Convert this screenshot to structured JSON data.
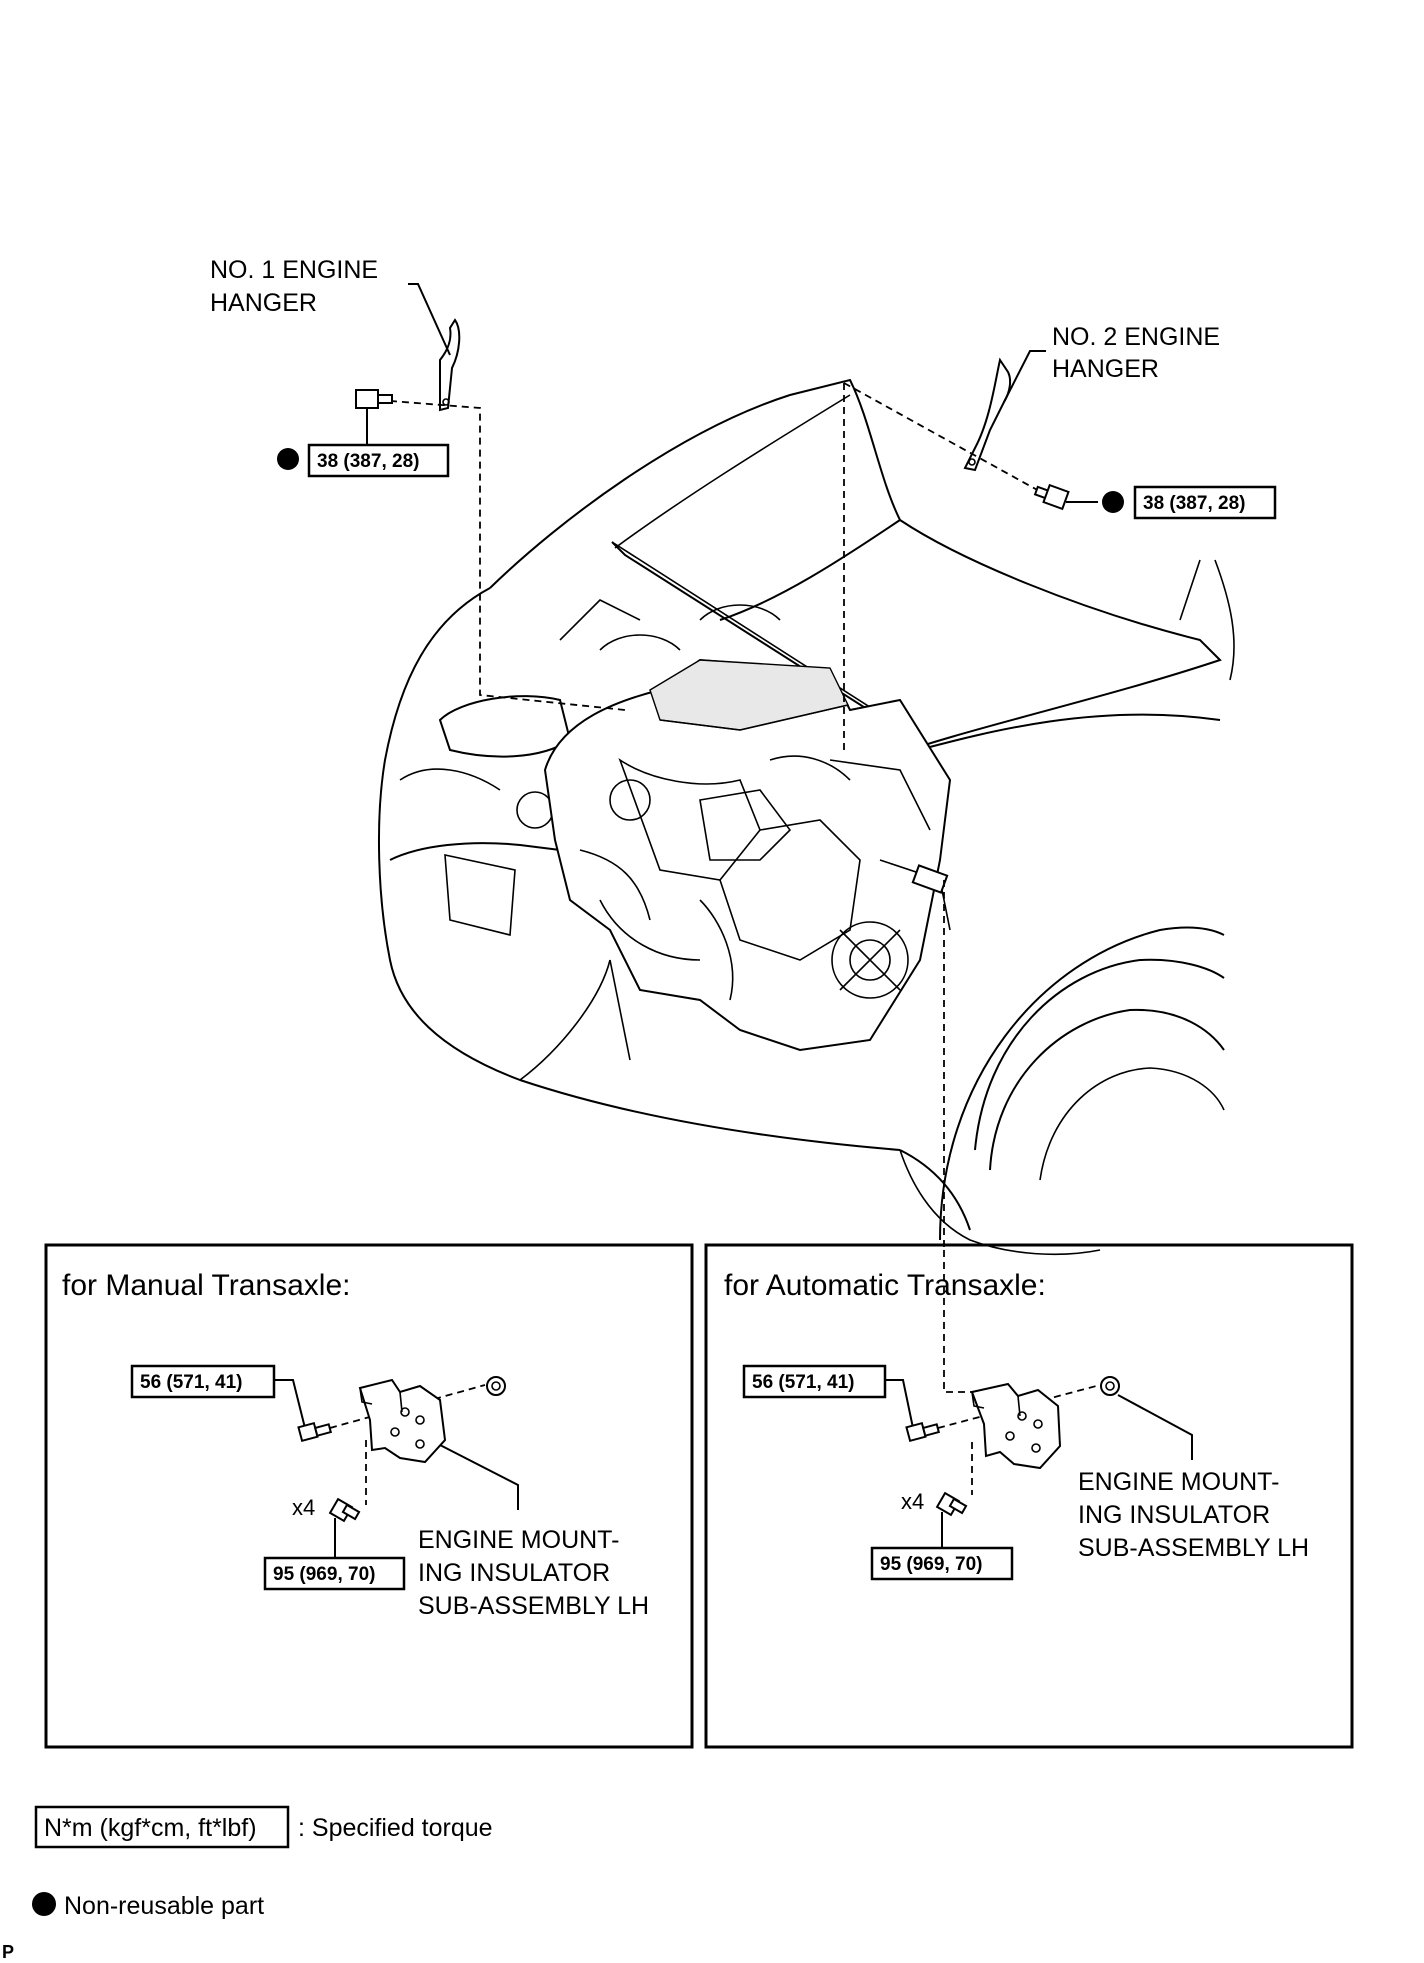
{
  "labels": {
    "hanger1_line1": "NO. 1 ENGINE",
    "hanger1_line2": "HANGER",
    "hanger2_line1": "NO. 2 ENGINE",
    "hanger2_line2": "HANGER",
    "insulator_line1": "ENGINE MOUNT-",
    "insulator_line2": "ING INSULATOR",
    "insulator_line3": "SUB-ASSEMBLY LH"
  },
  "torques": {
    "hanger": "38 (387, 28)",
    "bolt": "56 (571, 41)",
    "bolts_x4": "95 (969, 70)"
  },
  "quantity": "x4",
  "panels": {
    "manual_title": "for Manual Transaxle:",
    "automatic_title": "for Automatic Transaxle:"
  },
  "legend": {
    "torque_unit": "N*m (kgf*cm, ft*lbf)",
    "torque_desc": ": Specified torque",
    "nonreusable": "Non-reusable part"
  },
  "corner_mark": "P",
  "colors": {
    "ink": "#000000",
    "paper": "#ffffff"
  }
}
